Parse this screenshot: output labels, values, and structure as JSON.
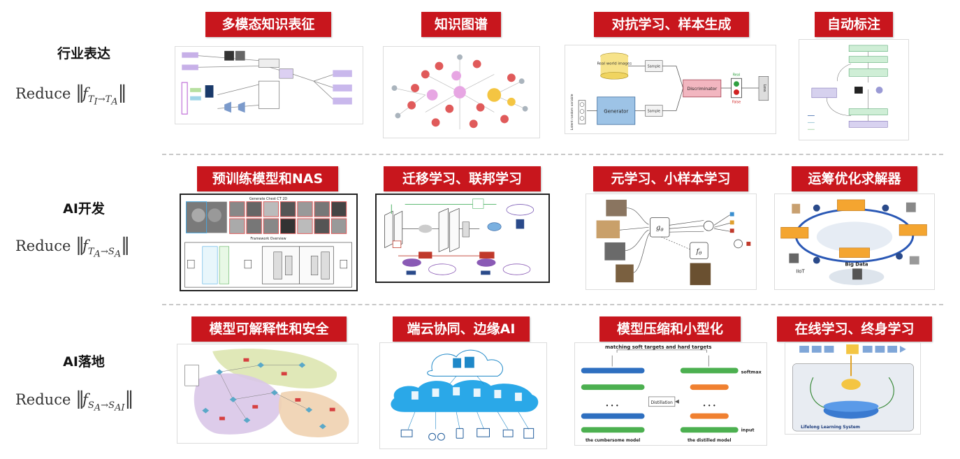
{
  "rows": [
    {
      "title": "行业表达",
      "formula_word": "Reduce",
      "sub": "T",
      "sub_from_sub": "I",
      "sub_arrow": "→",
      "sub_to": "T",
      "sub_to_sub": "A"
    },
    {
      "title": "AI开发",
      "formula_word": "Reduce",
      "sub": "T",
      "sub_from_sub": "A",
      "sub_arrow": "→",
      "sub_to": "S",
      "sub_to_sub": "A"
    },
    {
      "title": "AI落地",
      "formula_word": "Reduce",
      "sub": "S",
      "sub_from_sub": "A",
      "sub_arrow": "→",
      "sub_to": "S",
      "sub_to_sub": "AI"
    }
  ],
  "cells": [
    {
      "title": "多模态知识表征"
    },
    {
      "title": "知识图谱"
    },
    {
      "title": "对抗学习、样本生成"
    },
    {
      "title": "自动标注"
    },
    {
      "title": "预训练模型和NAS"
    },
    {
      "title": "迁移学习、联邦学习"
    },
    {
      "title": "元学习、小样本学习"
    },
    {
      "title": "运筹优化求解器"
    },
    {
      "title": "模型可解释性和安全"
    },
    {
      "title": "端云协同、边缘AI"
    },
    {
      "title": "模型压缩和小型化"
    },
    {
      "title": "在线学习、终身学习"
    }
  ],
  "gan": {
    "real": "Real world images",
    "sample": "Sample",
    "generator": "Generator",
    "discriminator": "Discriminator",
    "real_label": "Real",
    "fake_label": "False",
    "latent": "Latent random variable",
    "loss": "Loss"
  },
  "pretrain": {
    "top_caption": "Generate Chest CT 2D",
    "mid_caption": "Framework Overview"
  },
  "ops": {
    "iiot": "IIoT",
    "bigdata": "Big Data"
  },
  "distill": {
    "top_caption": "matching soft targets and hard targets",
    "softmax": "softmax",
    "input": "input",
    "distillation": "Distillation",
    "teacher": "the cumbersome model",
    "student": "the distilled model"
  },
  "lifelong": {
    "system": "Lifelong Learning System"
  },
  "colors": {
    "accent": "#c8161d",
    "separator": "#c8c8c8"
  }
}
